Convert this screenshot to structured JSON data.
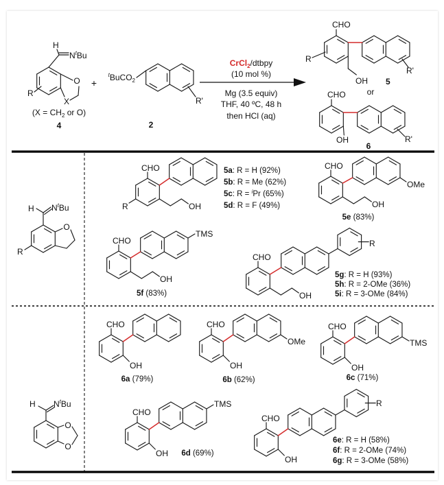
{
  "top": {
    "imine": {
      "h": "H",
      "n": "N",
      "t": "t",
      "bu": "Bu",
      "o": "O",
      "x": "X",
      "r": "R",
      "note": "(X = CH",
      "note_sub": "2",
      "note_end": " or O)",
      "label": "4"
    },
    "plus": "+",
    "ester": {
      "t": "t",
      "group": "BuCO",
      "sub": "2",
      "r": "R'",
      "label": "2"
    },
    "conditions": {
      "catalyst": "CrCl",
      "catalyst_sub": "2",
      "ligand": "/dtbpy",
      "loading": "(10 mol %)",
      "reductant": "Mg (3.5 equiv)",
      "solvent": "THF, 40 ºC, 48 h",
      "workup": "then HCl (aq)"
    },
    "product5": {
      "cho": "CHO",
      "r": "R",
      "r2": "R'",
      "oh": "OH",
      "label": "5"
    },
    "or": "or",
    "product6": {
      "cho": "CHO",
      "oh": "OH",
      "r2": "R'",
      "label": "6"
    }
  },
  "row1": {
    "substrate": {
      "h": "H",
      "n": "N",
      "t": "t",
      "bu": "Bu",
      "o": "O",
      "r": "R"
    },
    "c5ad": {
      "cho": "CHO",
      "r": "R",
      "oh": "OH",
      "entries": [
        {
          "id": "5a",
          "text": ": R = H (92%)"
        },
        {
          "id": "5b",
          "text": ": R = Me (62%)"
        },
        {
          "id": "5c",
          "text": ": R = ",
          "sup": "i",
          "text2": "Pr (65%)"
        },
        {
          "id": "5d",
          "text": ": R = F (49%)"
        }
      ]
    },
    "c5e": {
      "cho": "CHO",
      "ome": "OMe",
      "oh": "OH",
      "id": "5e",
      "yield": " (83%)"
    },
    "c5f": {
      "cho": "CHO",
      "tms": "TMS",
      "oh": "OH",
      "id": "5f",
      "yield": " (83%)"
    },
    "c5gi": {
      "cho": "CHO",
      "r": "R",
      "oh": "OH",
      "entries": [
        {
          "id": "5g",
          "text": ": R = H (93%)"
        },
        {
          "id": "5h",
          "text": ": R = 2-OMe (36%)"
        },
        {
          "id": "5i",
          "text": ": R = 3-OMe (84%)"
        }
      ]
    }
  },
  "row2": {
    "substrate": {
      "h": "H",
      "n": "N",
      "t": "t",
      "bu": "Bu",
      "o1": "O",
      "o2": "O"
    },
    "c6a": {
      "cho": "CHO",
      "oh": "OH",
      "id": "6a",
      "yield": " (79%)"
    },
    "c6b": {
      "cho": "CHO",
      "oh": "OH",
      "ome": "OMe",
      "id": "6b",
      "yield": " (62%)"
    },
    "c6c": {
      "cho": "CHO",
      "oh": "OH",
      "tms": "TMS",
      "id": "6c",
      "yield": " (71%)"
    },
    "c6d": {
      "cho": "CHO",
      "oh": "OH",
      "tms": "TMS",
      "id": "6d",
      "yield": " (69%)"
    },
    "c6eg": {
      "cho": "CHO",
      "oh": "OH",
      "r": "R",
      "entries": [
        {
          "id": "6e",
          "text": ": R = H (58%)"
        },
        {
          "id": "6f",
          "text": ": R = 2-OMe (74%)"
        },
        {
          "id": "6g",
          "text": ": R = 3-OMe (58%)"
        }
      ]
    }
  },
  "colors": {
    "new_bond": "#d42a2a",
    "catalyst": "#d42a2a",
    "ink": "#1a1a1a"
  }
}
